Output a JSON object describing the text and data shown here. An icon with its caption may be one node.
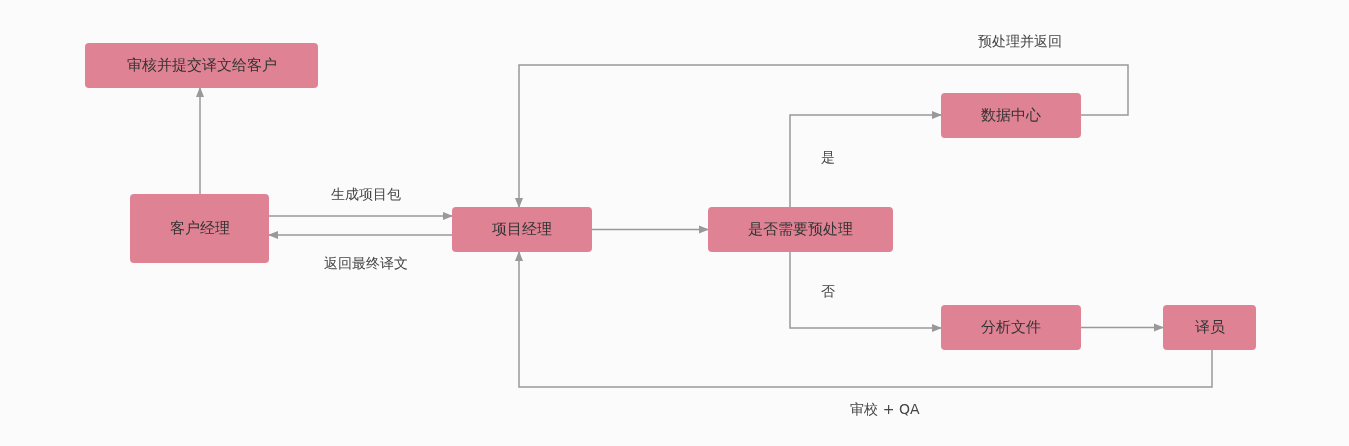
{
  "diagram": {
    "nodes": [
      {
        "text": [
          "审核并提交译文给客户"
        ]
      },
      {
        "text": [
          "客户经理"
        ]
      },
      {
        "text": [
          "项目经理"
        ]
      },
      {
        "text": [
          "是否需要预处理"
        ]
      },
      {
        "text": [
          "数据中心"
        ]
      },
      {
        "text": [
          "分析文件"
        ]
      },
      {
        "text": [
          "译员"
        ]
      }
    ],
    "edges": [
      {
        "from": 1,
        "to": 0,
        "arrow": "to"
      },
      {
        "from": 1,
        "to": 2,
        "arrow": "to",
        "label": "生成项目包"
      },
      {
        "from": 2,
        "to": 1,
        "arrow": "to",
        "label": "返回最终译文"
      },
      {
        "from": 2,
        "to": 3,
        "arrow": "to"
      },
      {
        "from": 3,
        "to": 4,
        "arrow": "to",
        "label": "是"
      },
      {
        "from": 3,
        "to": 5,
        "arrow": "to",
        "label": "否"
      },
      {
        "from": 4,
        "to": 2,
        "arrow": "to",
        "label": "预处理并返回"
      },
      {
        "from": 5,
        "to": 6,
        "arrow": "to"
      },
      {
        "from": 6,
        "to": 2,
        "arrow": "to",
        "label": "审校 + QA"
      }
    ]
  }
}
